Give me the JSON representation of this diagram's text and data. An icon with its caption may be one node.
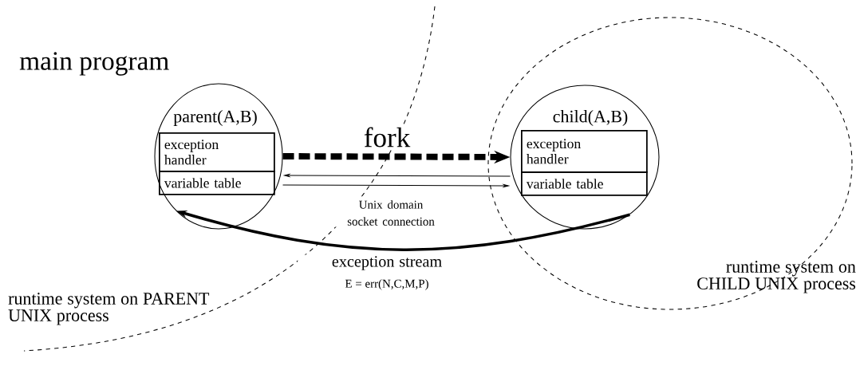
{
  "diagram": {
    "nodes": [
      {
        "text": [
          "parent(A,B)"
        ]
      },
      {
        "text": [
          "exception handler"
        ],
        "in": 0
      },
      {
        "text": [
          "variable table"
        ],
        "in": 0
      },
      {
        "text": [
          "child(A,B)"
        ]
      },
      {
        "text": [
          "exception handler"
        ],
        "in": 3
      },
      {
        "text": [
          "variable table"
        ],
        "in": 3
      }
    ],
    "edges": [
      {
        "from": 0,
        "to": 3,
        "arrow": "to",
        "style": "dashed",
        "label": "fork"
      },
      {
        "from": 3,
        "to": 0,
        "arrow": "to"
      },
      {
        "from": 0,
        "to": 3,
        "arrow": "to",
        "label": "Unix domain socket connection"
      },
      {
        "from": 3,
        "to": 0,
        "arrow": "to",
        "style": "thick",
        "label": "exception stream"
      }
    ],
    "labels": [
      "main program",
      "E = err(N,C,M,P)",
      "runtime system on PARENT UNIX process",
      "runtime system on CHILD UNIX process"
    ]
  }
}
